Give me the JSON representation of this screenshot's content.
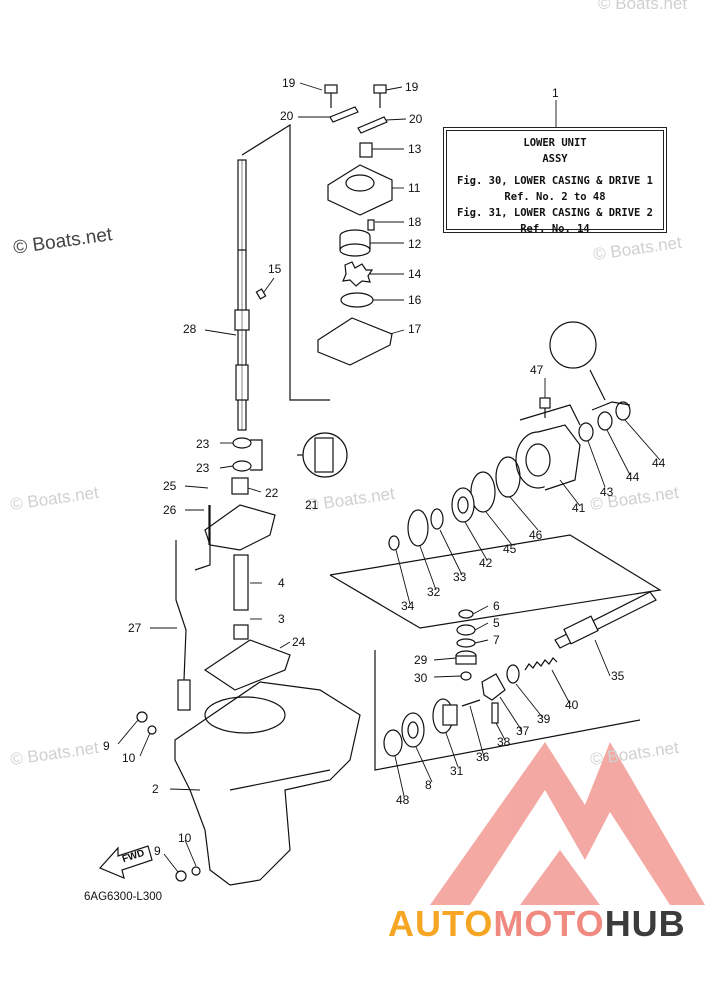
{
  "watermarks": {
    "main": "© Boats.net",
    "faint": "© Boats.net"
  },
  "info_box": {
    "part_no": "1",
    "line1": "LOWER UNIT",
    "line2": "ASSY",
    "line3": "Fig. 30, LOWER CASING & DRIVE 1",
    "line4": "Ref. No. 2 to 48",
    "line5": "Fig. 31, LOWER CASING & DRIVE 2",
    "line6": "Ref. No. 14"
  },
  "drawing_code": "6AG6300-L300",
  "fwd_label": "FWD",
  "brand": {
    "part1": "AUTO",
    "part2": "MOTO",
    "part3": "HUB"
  },
  "labels": [
    "19",
    "19",
    "20",
    "20",
    "13",
    "11",
    "18",
    "12",
    "14",
    "15",
    "16",
    "17",
    "28",
    "23",
    "23",
    "25",
    "22",
    "26",
    "21",
    "4",
    "3",
    "24",
    "27",
    "9",
    "10",
    "2",
    "10",
    "9",
    "47",
    "44",
    "44",
    "43",
    "41",
    "46",
    "45",
    "42",
    "33",
    "32",
    "34",
    "6",
    "5",
    "7",
    "29",
    "30",
    "35",
    "40",
    "39",
    "37",
    "38",
    "36",
    "31",
    "8",
    "48"
  ]
}
